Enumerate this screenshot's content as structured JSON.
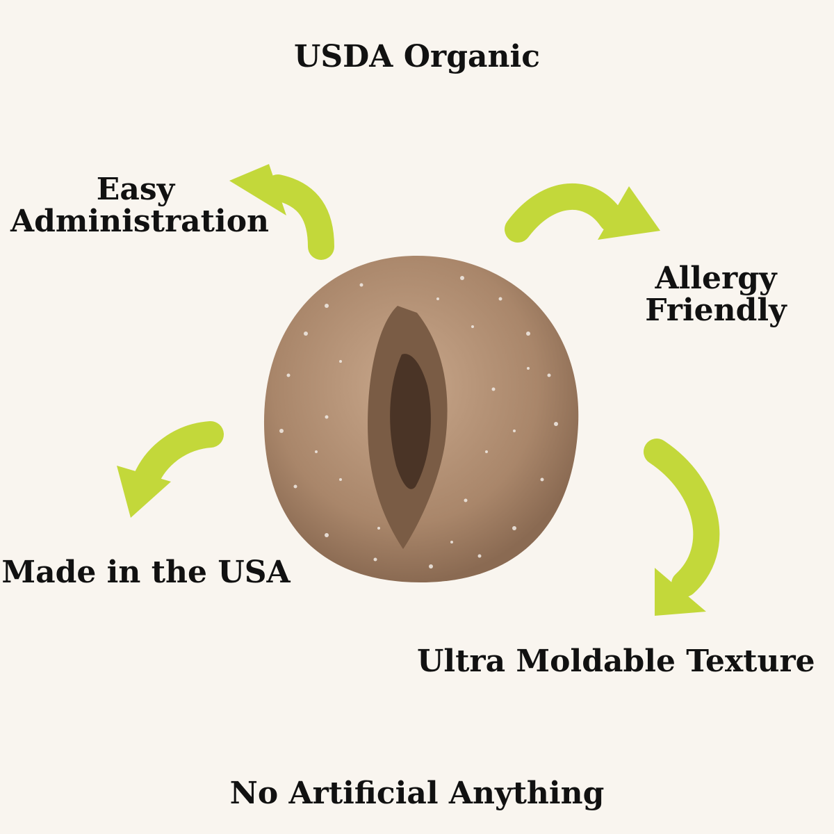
{
  "labels": {
    "top": "USDA Organic",
    "easy_line1": "Easy",
    "easy_line2": "Administration",
    "allergy_line1": "Allergy",
    "allergy_line2": "Friendly",
    "made": "Made in the USA",
    "ultra": "Ultra Moldable Texture",
    "bottom": "No Artificial Anything"
  },
  "colors": {
    "background": "#f9f5ef",
    "text": "#111111",
    "arrow": "#c3d83a",
    "product": "#b08e72"
  }
}
